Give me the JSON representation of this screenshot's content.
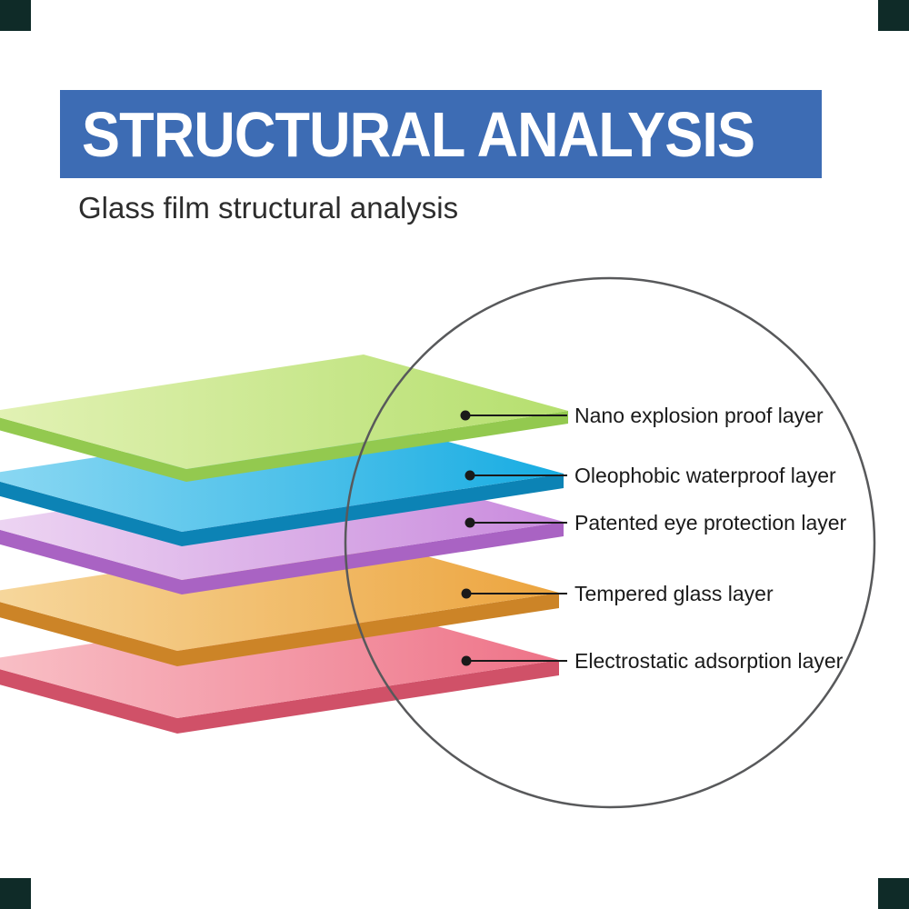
{
  "header": {
    "banner_label": "STRUCTURAL ANALYSIS",
    "banner_color": "#3d6cb4",
    "subtitle": "Glass film structural analysis"
  },
  "corner_marks": {
    "color": "#0f2b28"
  },
  "diagram": {
    "magnifier_stroke": "#58595b",
    "callout_color": "#1a1a1a",
    "layers": [
      {
        "label": "Nano explosion proof layer",
        "color_light": "#e3f2b6",
        "color_main": "#b5df6e",
        "color_side": "#93c94f"
      },
      {
        "label": "Oleophobic waterproof layer",
        "color_light": "#8ed9f3",
        "color_main": "#17ace2",
        "color_side": "#0c83b5"
      },
      {
        "label": "Patented eye protection layer",
        "color_light": "#eed7f3",
        "color_main": "#c98add",
        "color_side": "#a963c3"
      },
      {
        "label": "Tempered glass layer",
        "color_light": "#f7d9a0",
        "color_main": "#eca43e",
        "color_side": "#cc8427"
      },
      {
        "label": "Electrostatic adsorption layer",
        "color_light": "#f9c2c8",
        "color_main": "#ee7388",
        "color_side": "#d05168"
      }
    ]
  }
}
